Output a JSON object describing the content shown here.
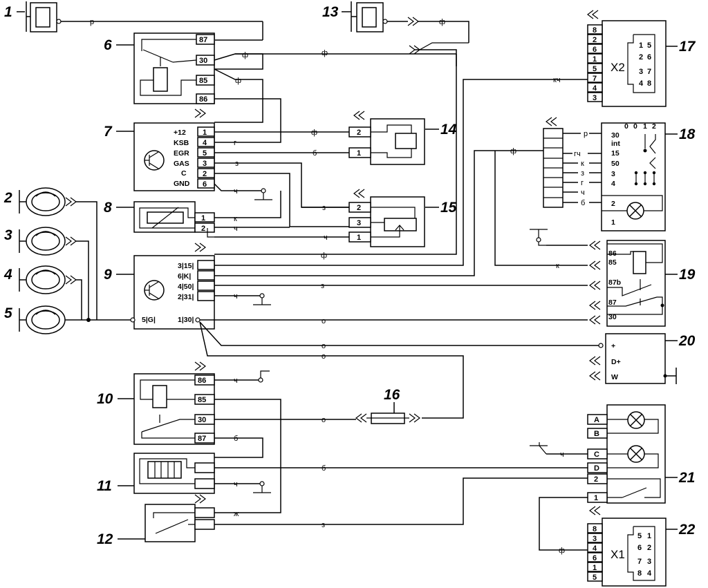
{
  "components": {
    "c1": "1",
    "c2": "2",
    "c3": "3",
    "c4": "4",
    "c5": "5",
    "c6": "6",
    "c7": "7",
    "c8": "8",
    "c9": "9",
    "c10": "10",
    "c11": "11",
    "c12": "12",
    "c13": "13",
    "c14": "14",
    "c15": "15",
    "c16": "16",
    "c17": "17",
    "c18": "18",
    "c19": "19",
    "c20": "20",
    "c21": "21",
    "c22": "22"
  },
  "relay6": {
    "p87": "87",
    "p30": "30",
    "p85": "85",
    "p86": "86"
  },
  "ecu7": {
    "l1": "+12",
    "l2": "KSB",
    "l3": "EGR",
    "l4": "GAS",
    "l5": "C",
    "l6": "GND",
    "p1": "1",
    "p2": "4",
    "p3": "5",
    "p4": "3",
    "p5": "2",
    "p6": "6"
  },
  "ecu9": {
    "p1": "3|15|",
    "p2": "6|K|",
    "p3": "4|50|",
    "p4": "2|31|",
    "p5": "5|G|",
    "p6": "1|30|"
  },
  "s8": {
    "p1": "1",
    "p2": "2"
  },
  "c14pins": {
    "p1": "2",
    "p2": "1"
  },
  "c15pins": {
    "p1": "2",
    "p2": "3",
    "p3": "1"
  },
  "relay10": {
    "p86": "86",
    "p85": "85",
    "p30": "30",
    "p87": "87"
  },
  "conn17": {
    "label": "X2",
    "pins": [
      "8",
      "2",
      "6",
      "1",
      "5",
      "7",
      "4",
      "3"
    ],
    "inner_left": [
      "1",
      "2",
      "3",
      "4"
    ],
    "inner_right": [
      "5",
      "6",
      "7",
      "8"
    ]
  },
  "conn22": {
    "label": "X1",
    "pins": [
      "8",
      "3",
      "4",
      "6",
      "1",
      "5"
    ],
    "inner_left": [
      "5",
      "6",
      "7",
      "8"
    ],
    "inner_right": [
      "1",
      "2",
      "3",
      "4"
    ]
  },
  "switch18": {
    "head": [
      "0",
      "0",
      "1",
      "2"
    ],
    "pins": [
      "30",
      "int",
      "15",
      "50",
      "3",
      "4",
      "2",
      "1"
    ]
  },
  "relay19": {
    "p1": "86",
    "p2": "85",
    "p3": "87b",
    "p4": "87",
    "p5": "30"
  },
  "gen20": {
    "p1": "+",
    "p2": "D+",
    "p3": "W"
  },
  "panel21": {
    "p1": "A",
    "p2": "B",
    "p3": "C",
    "p4": "D",
    "p5": "2",
    "p6": "1"
  },
  "wires": {
    "r": "р",
    "f": "ф",
    "g": "г",
    "b": "б",
    "z": "з",
    "ch": "ч",
    "k": "к",
    "o": "о",
    "zh": "ж",
    "kch": "кч",
    "gch": "гч"
  }
}
